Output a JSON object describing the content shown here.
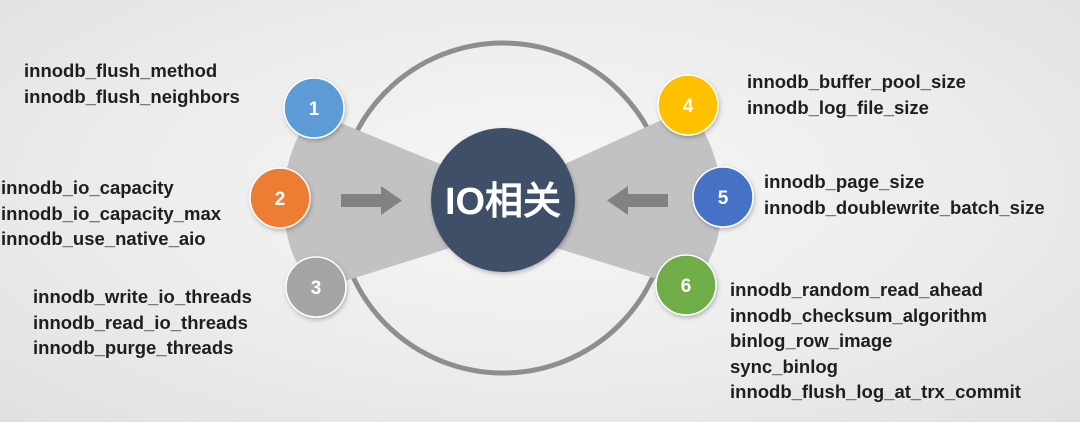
{
  "center": {
    "label": "IO相关",
    "color": "#3f5068"
  },
  "nodes": [
    {
      "id": "1",
      "label": "1",
      "color": "#5b9bd5",
      "params": [
        "innodb_flush_method",
        "innodb_flush_neighbors"
      ]
    },
    {
      "id": "2",
      "label": "2",
      "color": "#ed7d31",
      "params": [
        "innodb_io_capacity",
        "innodb_io_capacity_max",
        "innodb_use_native_aio"
      ]
    },
    {
      "id": "3",
      "label": "3",
      "color": "#a5a5a5",
      "params": [
        "innodb_write_io_threads",
        "innodb_read_io_threads",
        "innodb_purge_threads"
      ]
    },
    {
      "id": "4",
      "label": "4",
      "color": "#ffc000",
      "params": [
        "innodb_buffer_pool_size",
        "innodb_log_file_size"
      ]
    },
    {
      "id": "5",
      "label": "5",
      "color": "#4472c4",
      "params": [
        "innodb_page_size",
        "innodb_doublewrite_batch_size"
      ]
    },
    {
      "id": "6",
      "label": "6",
      "color": "#70ad47",
      "params": [
        "innodb_random_read_ahead",
        "innodb_checksum_algorithm",
        "binlog_row_image",
        "sync_binlog",
        "innodb_flush_log_at_trx_commit"
      ]
    }
  ]
}
